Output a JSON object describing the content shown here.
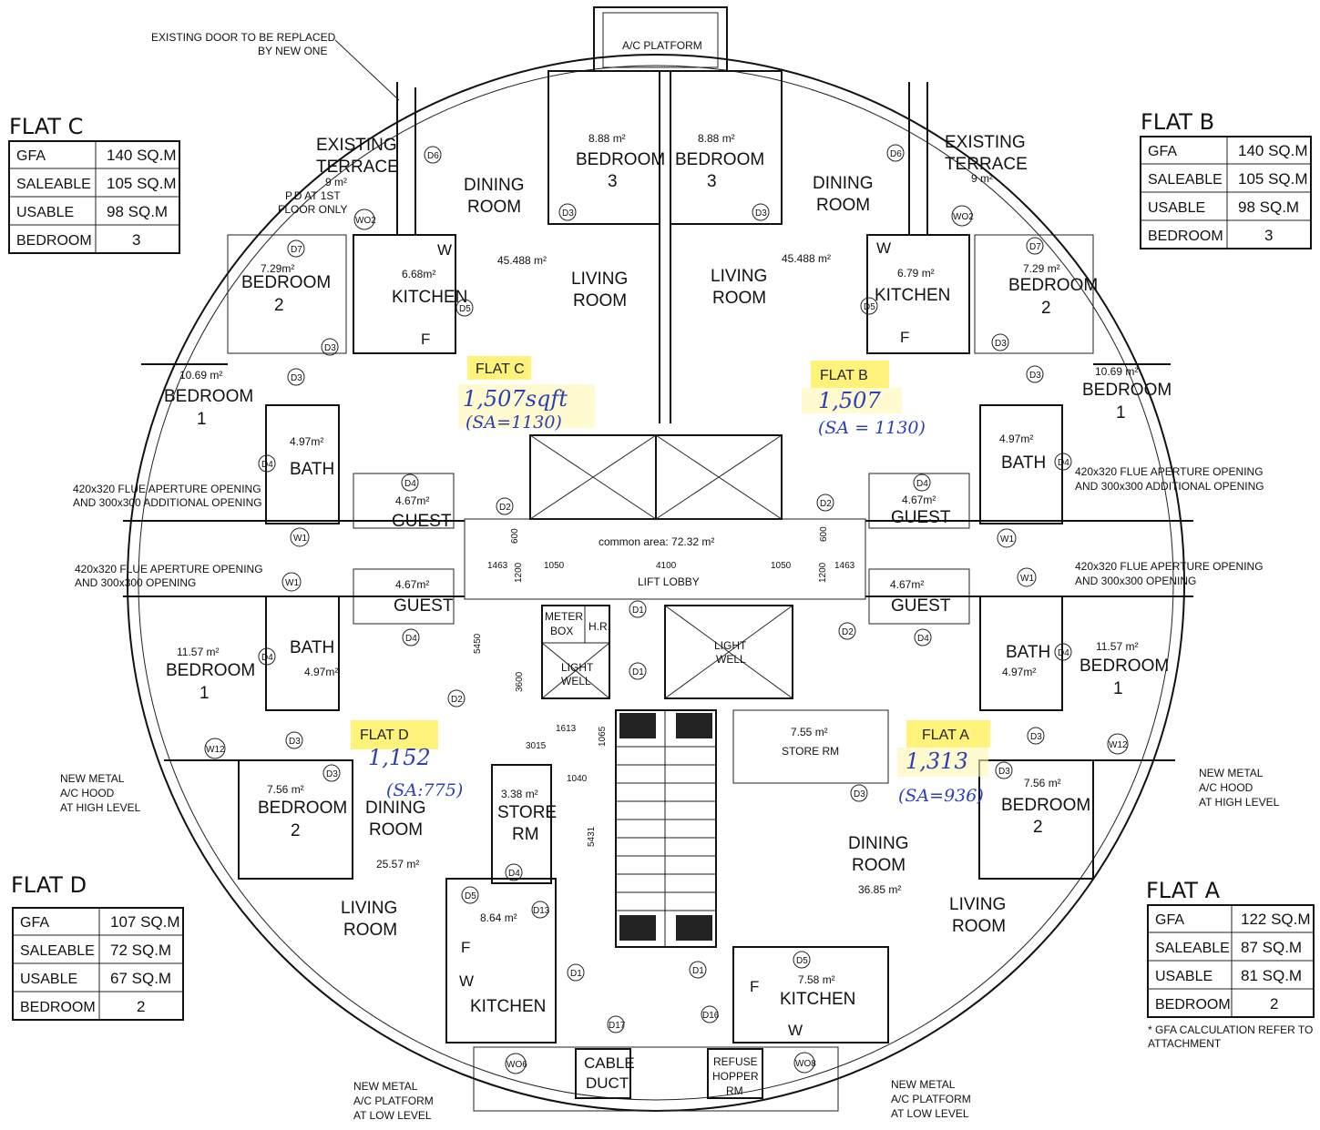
{
  "flat_tables": {
    "c": {
      "title": "FLAT C",
      "gfa_label": "GFA",
      "gfa": "140 SQ.M",
      "saleable_label": "SALEABLE",
      "saleable": "105 SQ.M",
      "usable_label": "USABLE",
      "usable": "98 SQ.M",
      "bedroom_label": "BEDROOM",
      "bedroom": "3"
    },
    "b": {
      "title": "FLAT B",
      "gfa_label": "GFA",
      "gfa": "140 SQ.M",
      "saleable_label": "SALEABLE",
      "saleable": "105 SQ.M",
      "usable_label": "USABLE",
      "usable": "98 SQ.M",
      "bedroom_label": "BEDROOM",
      "bedroom": "3"
    },
    "d": {
      "title": "FLAT D",
      "gfa_label": "GFA",
      "gfa": "107 SQ.M",
      "saleable_label": "SALEABLE",
      "saleable": "72 SQ.M",
      "usable_label": "USABLE",
      "usable": "67 SQ.M",
      "bedroom_label": "BEDROOM",
      "bedroom": "2"
    },
    "a": {
      "title": "FLAT A",
      "gfa_label": "GFA",
      "gfa": "122 SQ.M",
      "saleable_label": "SALEABLE",
      "saleable": "87 SQ.M",
      "usable_label": "USABLE",
      "usable": "81 SQ.M",
      "bedroom_label": "BEDROOM",
      "bedroom": "2"
    }
  },
  "notes": {
    "existing_door_1": "EXISTING DOOR TO BE REPLACED",
    "existing_door_2": "BY NEW ONE",
    "ac_platform": "A/C PLATFORM",
    "flue_1a": "420x320 FLUE APERTURE OPENING",
    "flue_1b": "AND 300x300 ADDITIONAL OPENING",
    "flue_2a": "420x320 FLUE APERTURE OPENING",
    "flue_2b": "AND 300x300 OPENING",
    "hood_1": "NEW METAL",
    "hood_2": "A/C HOOD",
    "hood_3": "AT HIGH LEVEL",
    "platform_1": "NEW METAL",
    "platform_2": "A/C PLATFORM",
    "platform_3": "AT LOW LEVEL",
    "gfa_note_1": "* GFA CALCULATION REFER TO",
    "gfa_note_2": "ATTACHMENT",
    "pd_1": "P.D AT 1ST",
    "pd_2": "FLOOR ONLY",
    "common_area": "common area: 72.32 m²",
    "lift_lobby": "LIFT LOBBY"
  },
  "rooms": {
    "existing": "EXISTING",
    "terrace": "TERRACE",
    "terrace_area": "9 m²",
    "dining": "DINING",
    "room": "ROOM",
    "living": "LIVING",
    "bedroom": "BEDROOM",
    "kitchen": "KITCHEN",
    "bath": "BATH",
    "guest": "GUEST",
    "store": "STORE",
    "rm": "RM",
    "store_rm": "STORE RM",
    "meter": "METER",
    "box": "BOX",
    "hr": "H.R.",
    "light": "LIGHT",
    "well": "WELL",
    "cable": "CABLE",
    "duct": "DUCT",
    "refuse": "REFUSE",
    "hopper": "HOPPER",
    "n1": "1",
    "n2": "2",
    "n3": "3",
    "w": "W",
    "f": "F",
    "a_888": "8.88 m²",
    "a_45488": "45.488 m²",
    "a_729": "7.29m²",
    "a_729b": "7.29 m²",
    "a_668": "6.68m²",
    "a_679": "6.79 m²",
    "a_1069": "10.69 m²",
    "a_497": "4.97m²",
    "a_467": "4.67m²",
    "a_1157": "11.57 m²",
    "a_756": "7.56 m²",
    "a_2557": "25.57 m²",
    "a_338": "3.38 m²",
    "a_864": "8.64 m²",
    "a_755": "7.55 m²",
    "a_3685": "36.85 m²",
    "a_758": "7.58 m²"
  },
  "dims": {
    "d600": "600",
    "d1050": "1050",
    "d4100": "4100",
    "d1463": "1463",
    "d1200": "1200",
    "d5450": "5450",
    "d3600": "3600",
    "d1613": "1613",
    "d3015": "3015",
    "d1065": "1065",
    "d1040": "1040",
    "d5431": "5431"
  },
  "tags": {
    "d1": "D1",
    "d2": "D2",
    "d3": "D3",
    "d4": "D4",
    "d5": "D5",
    "d6": "D6",
    "d7": "D7",
    "d13": "D13",
    "d16": "D16",
    "d17": "D17",
    "w1": "W1",
    "w2": "W12",
    "wo2": "WO2",
    "wo6": "WO6",
    "wo8": "WO8"
  },
  "highlights": {
    "flat_c": "FLAT C",
    "flat_c_hand": "1,507sqft",
    "flat_c_sa": "(SA=1130)",
    "flat_b": "FLAT B",
    "flat_b_hand": "1,507",
    "flat_b_sa": "(SA = 1130)",
    "flat_d": "FLAT D",
    "flat_d_hand": "1,152",
    "flat_d_sa": "(SA:775)",
    "flat_a": "FLAT A",
    "flat_a_hand": "1,313",
    "flat_a_sa": "(SA=936)",
    "highlight_color": "#fff27a",
    "ink_color": "#2a3fb8"
  }
}
